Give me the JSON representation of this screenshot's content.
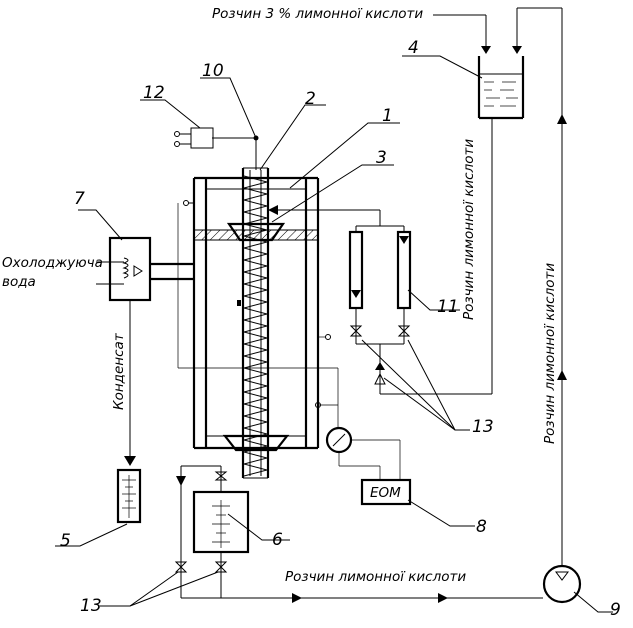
{
  "diagram": {
    "callouts": {
      "c1": "1",
      "c2": "2",
      "c3": "3",
      "c4": "4",
      "c5": "5",
      "c6": "6",
      "c7": "7",
      "c8": "8",
      "c9": "9",
      "c10": "10",
      "c11": "11",
      "c12": "12",
      "c13_right": "13",
      "c13_left": "13"
    },
    "labels": {
      "top_feed": "Розчин 3 % лимонної кислоти",
      "cooling_water_line1": "Охолоджуюча",
      "cooling_water_line2": "вода",
      "condensate": "Конденсат",
      "citric_right_vertical": "Розчин лимонної кислоти",
      "citric_far_right_vertical": "Розчин лимонної кислоти",
      "citric_bottom": "Розчин лимонної кислоти",
      "computer": "ЕОМ"
    }
  }
}
